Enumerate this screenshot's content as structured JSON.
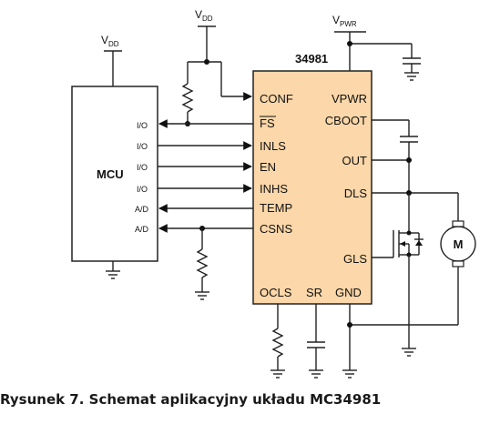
{
  "chip": {
    "part_number": "34981",
    "fill_color": "#fbd7a9",
    "pins_left": [
      "CONF",
      "FS",
      "INLS",
      "EN",
      "INHS",
      "TEMP",
      "CSNS"
    ],
    "pins_right": [
      "VPWR",
      "CBOOT",
      "OUT",
      "DLS",
      "GLS"
    ],
    "pins_bottom": [
      "OCLS",
      "SR",
      "GND"
    ]
  },
  "mcu": {
    "label": "MCU",
    "ports": [
      "I/O",
      "I/O",
      "I/O",
      "I/O",
      "A/D",
      "A/D"
    ]
  },
  "supplies": {
    "vdd_main": "V",
    "vdd_sub": "DD",
    "vpwr_main": "V",
    "vpwr_sub": "PWR"
  },
  "motor_label": "M",
  "caption": "Rysunek 7. Schemat aplikacyjny układu MC34981"
}
